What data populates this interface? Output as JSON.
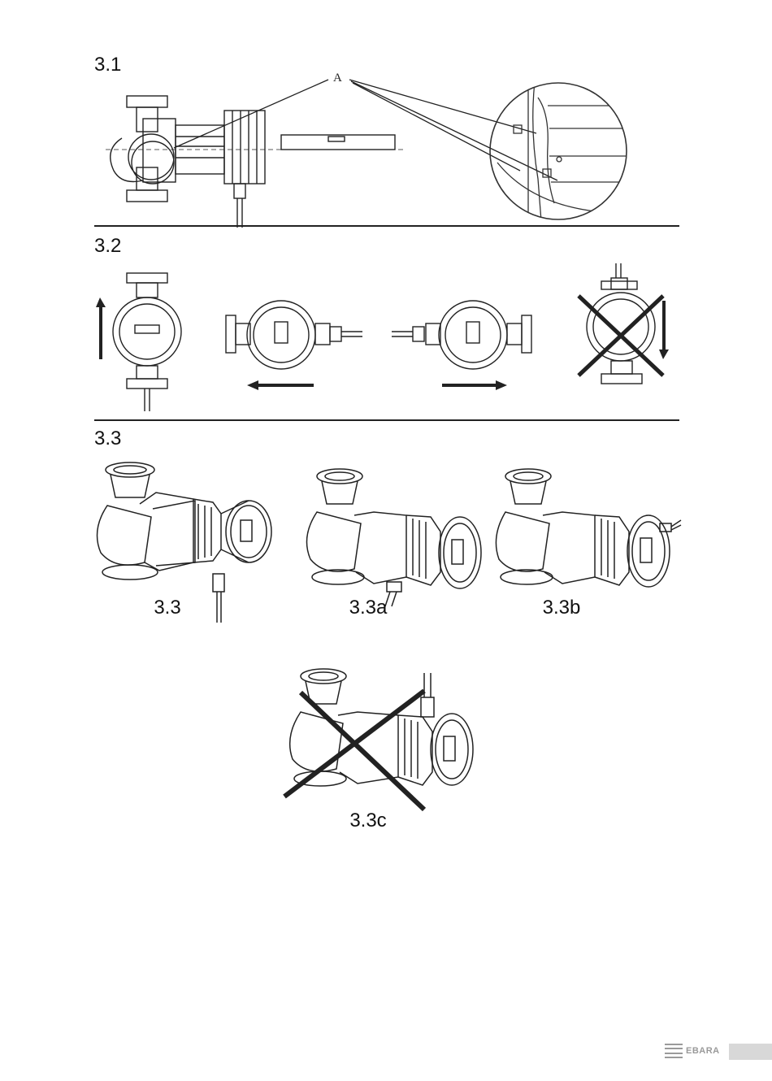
{
  "sections": [
    {
      "label": "3.1"
    },
    {
      "label": "3.2"
    },
    {
      "label": "3.3"
    }
  ],
  "callout": {
    "label": "A"
  },
  "figures_3_3": [
    {
      "label": "3.3"
    },
    {
      "label": "3.3a"
    },
    {
      "label": "3.3b"
    },
    {
      "label": "3.3c"
    }
  ],
  "footer": {
    "brand": "EBARA"
  },
  "colors": {
    "ink": "#111111",
    "line": "#222222",
    "footer_gray": "#9a9a9a",
    "footer_box": "#d8d8d8"
  }
}
